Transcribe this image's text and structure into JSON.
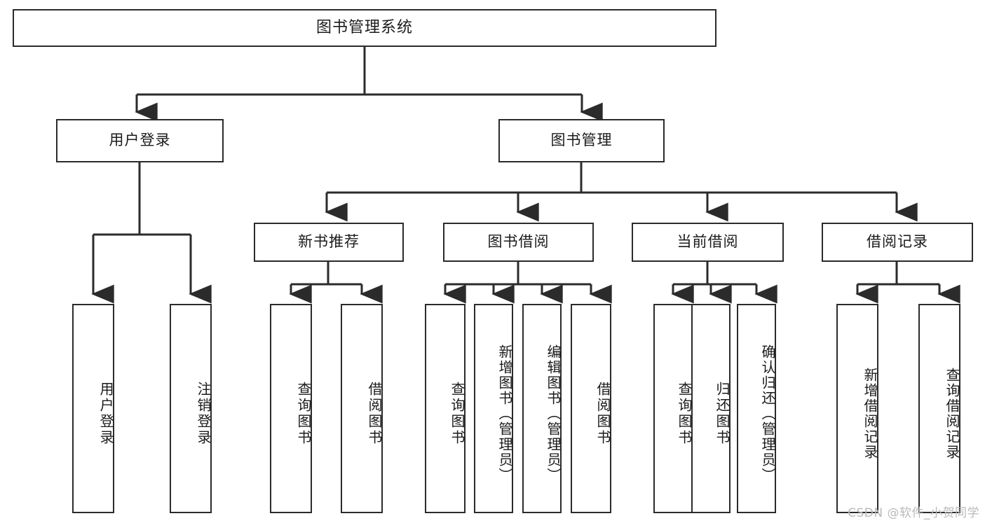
{
  "diagram": {
    "title": "图书管理系统",
    "type": "tree",
    "watermark": "CSDN @软件_小贺同学",
    "colors": {
      "box_border": "#2b2b2b",
      "box_fill": "#ffffff",
      "line": "#2b2b2b",
      "text": "#1b1b1b",
      "watermark": "#b9b9b9",
      "background": "#ffffff"
    },
    "root": {
      "label": "图书管理系统"
    },
    "level2": [
      {
        "label": "用户登录"
      },
      {
        "label": "图书管理"
      }
    ],
    "level3": [
      {
        "label": "新书推荐"
      },
      {
        "label": "图书借阅"
      },
      {
        "label": "当前借阅"
      },
      {
        "label": "借阅记录"
      }
    ],
    "leaves": {
      "user_login": [
        {
          "label": "用户登录"
        },
        {
          "label": "注销登录"
        }
      ],
      "new_book_recommend": [
        {
          "label": "查询图书"
        },
        {
          "label": "借阅图书"
        }
      ],
      "book_borrow": [
        {
          "label": "查询图书"
        },
        {
          "label": "新增图书（管理员）"
        },
        {
          "label": "编辑图书（管理员）"
        },
        {
          "label": "借阅图书"
        }
      ],
      "current_borrow": [
        {
          "label": "查询图书"
        },
        {
          "label": "归还图书"
        },
        {
          "label": "确认归还（管理员）"
        }
      ],
      "borrow_record": [
        {
          "label": "新增借阅记录"
        },
        {
          "label": "查询借阅记录"
        }
      ]
    }
  }
}
